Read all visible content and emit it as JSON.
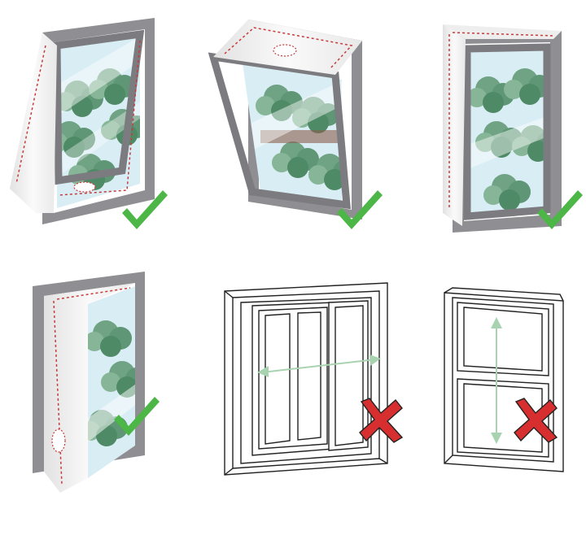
{
  "colors": {
    "frame": "#8f8f93",
    "frame_light": "#b8b8bc",
    "sash": "#7c7c80",
    "glass": "#cfe6ee",
    "glass_edge": "#e9f4f7",
    "foliage": "#79a98a",
    "foliage_dark": "#4f8a66",
    "sky": "#d9edf4",
    "fabric": "#f2f2f2",
    "fabric_shadow": "#dcdcdc",
    "stitch": "#c83a3a",
    "check": "#4cb646",
    "cross": "#d72f2f",
    "arrow": "#a9d3b0",
    "line": "#222222"
  },
  "panels": [
    {
      "id": "top-hung-window",
      "mark": "check-icon",
      "suitable": true
    },
    {
      "id": "bottom-hung-window",
      "mark": "check-icon",
      "suitable": true
    },
    {
      "id": "side-hung-window",
      "mark": "check-icon",
      "suitable": true
    },
    {
      "id": "casement-open-window",
      "mark": "check-icon",
      "suitable": true
    },
    {
      "id": "horizontal-sliding-window",
      "mark": "cross-icon",
      "suitable": false
    },
    {
      "id": "vertical-sliding-window",
      "mark": "cross-icon",
      "suitable": false
    }
  ]
}
